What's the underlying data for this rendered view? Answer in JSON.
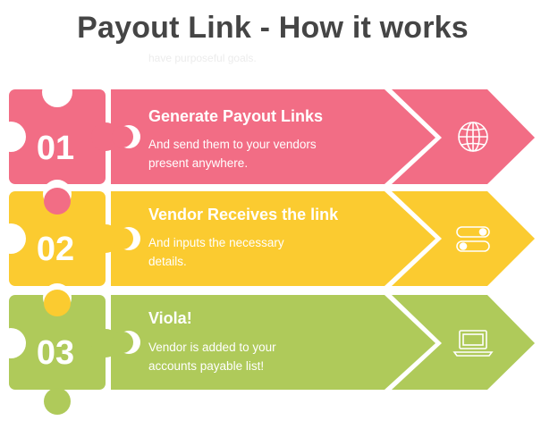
{
  "title": "Payout Link - How it works",
  "ghost_text": "have purposeful goals.",
  "colors": {
    "step1": "#f26d85",
    "step2": "#fbcb30",
    "step3": "#afca5a",
    "title": "#454545"
  },
  "steps": [
    {
      "number": "01",
      "title": "Generate Payout Links",
      "desc_line1": "And send them to your vendors",
      "desc_line2": "present anywhere.",
      "icon": "globe-icon"
    },
    {
      "number": "02",
      "title": "Vendor Receives the link",
      "desc_line1": "And inputs the necessary",
      "desc_line2": "details.",
      "icon": "toggle-switches-icon"
    },
    {
      "number": "03",
      "title": "Viola!",
      "desc_line1": "Vendor is added to your",
      "desc_line2": "accounts payable list!",
      "icon": "laptop-icon"
    }
  ]
}
